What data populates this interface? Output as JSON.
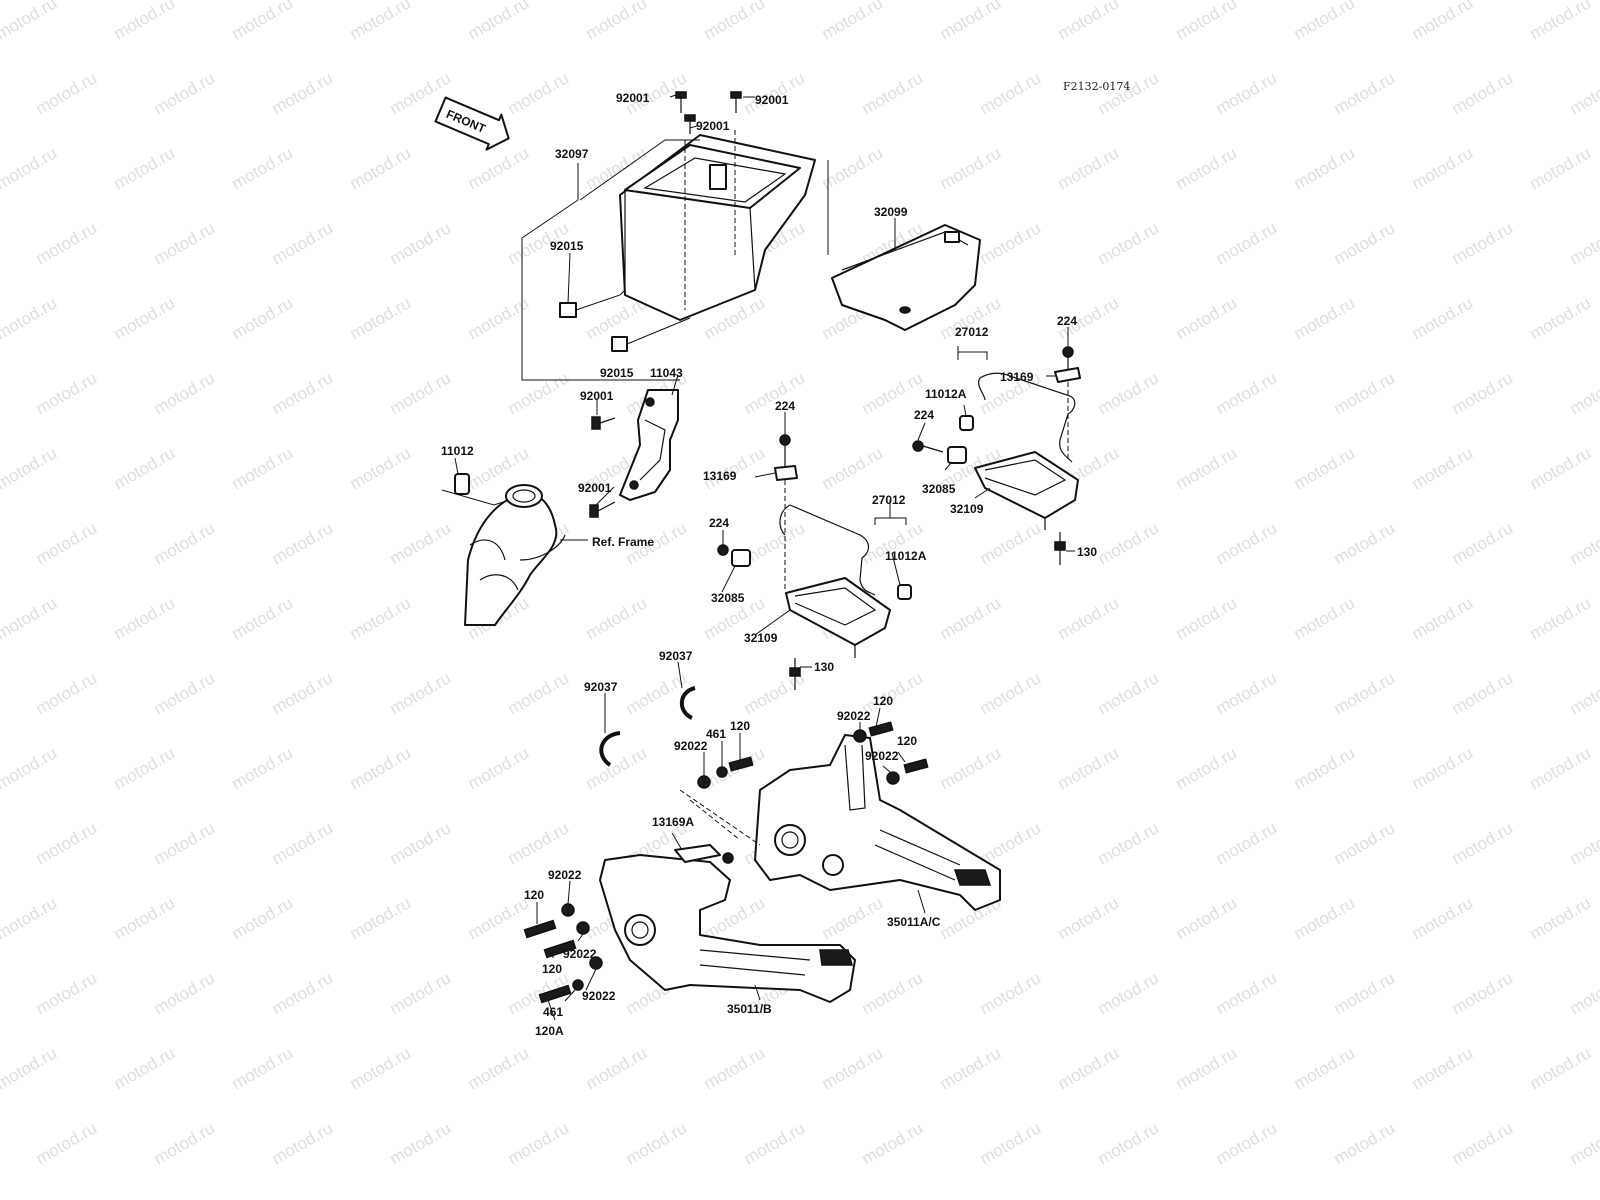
{
  "diagram_code": "F2132-0174",
  "front_arrow": "FRONT",
  "watermark_text": "motod.ru",
  "ref_label": "Ref. Frame",
  "labels": {
    "l_92001_a": "92001",
    "l_92001_b": "92001",
    "l_92001_c": "92001",
    "l_32097": "32097",
    "l_32099": "32099",
    "l_92015_a": "92015",
    "l_92015_b": "92015",
    "l_11043": "11043",
    "l_92001_d": "92001",
    "l_92001_e": "92001",
    "l_11012": "11012",
    "l_27012_a": "27012",
    "l_224_a": "224",
    "l_13169_a": "13169",
    "l_11012A_a": "11012A",
    "l_224_b": "224",
    "l_32085_a": "32085",
    "l_32109_a": "32109",
    "l_130_a": "130",
    "l_224_c": "224",
    "l_13169_b": "13169",
    "l_27012_b": "27012",
    "l_224_d": "224",
    "l_11012A_b": "11012A",
    "l_32085_b": "32085",
    "l_32109_b": "32109",
    "l_130_b": "130",
    "l_92037_a": "92037",
    "l_92037_b": "92037",
    "l_120_a": "120",
    "l_92022_a": "92022",
    "l_120_b": "120",
    "l_92022_b": "92022",
    "l_461_a": "461",
    "l_120_c": "120",
    "l_92022_c": "92022",
    "l_13169A": "13169A",
    "l_92022_d": "92022",
    "l_120_d": "120",
    "l_92022_e": "92022",
    "l_120_e": "120",
    "l_92022_f": "92022",
    "l_461_b": "461",
    "l_120A": "120A",
    "l_35011AC": "35011A/C",
    "l_35011B": "35011/B"
  }
}
